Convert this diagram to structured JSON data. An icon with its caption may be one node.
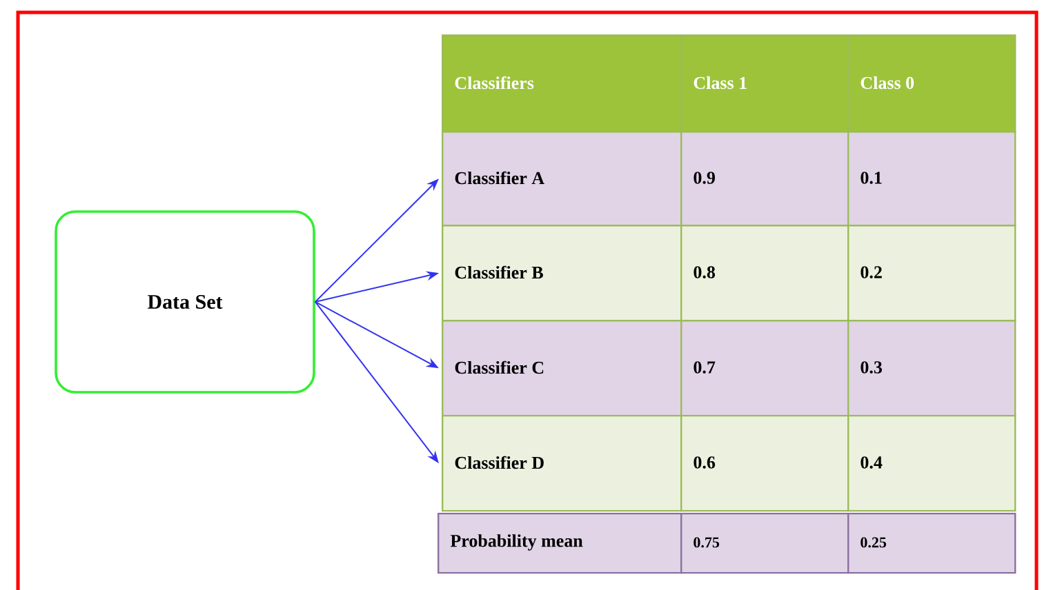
{
  "diagram": {
    "nodes": [
      {
        "text": [
          "Data Set"
        ]
      },
      {
        "text": [
          "Classifier A"
        ]
      },
      {
        "text": [
          "Classifier B"
        ]
      },
      {
        "text": [
          "Classifier C"
        ]
      },
      {
        "text": [
          "Classifier D"
        ]
      }
    ],
    "edges": [
      {
        "from": 0,
        "to": 1,
        "arrow": "to"
      },
      {
        "from": 0,
        "to": 2,
        "arrow": "to"
      },
      {
        "from": 0,
        "to": 3,
        "arrow": "to"
      },
      {
        "from": 0,
        "to": 4,
        "arrow": "to"
      }
    ],
    "labels": [
      "Classifiers",
      "Class 1",
      "Class 0",
      "0.9",
      "0.1",
      "0.8",
      "0.2",
      "0.7",
      "0.3",
      "0.6",
      "0.4",
      "Probability mean",
      "0.75",
      "0.25"
    ]
  }
}
